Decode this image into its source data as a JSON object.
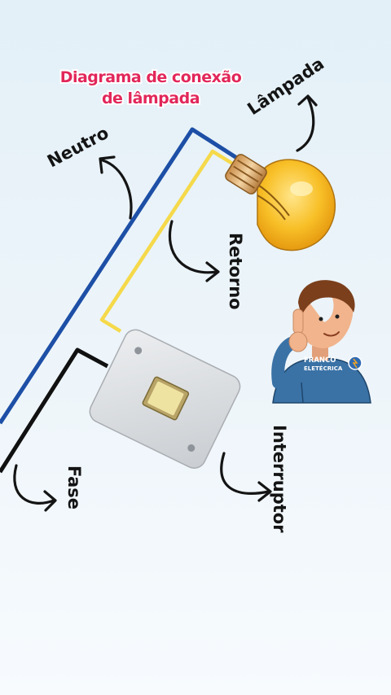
{
  "title": {
    "line1": "Diagrama de conexão",
    "line2": "de lâmpada"
  },
  "labels": {
    "lamp": "Lâmpada",
    "neutral": "Neutro",
    "return": "Retorno",
    "phase": "Fase",
    "switch": "Interruptor"
  },
  "badge": {
    "line1": "FRANCO",
    "line2": "ELETÉCRICA"
  },
  "colors": {
    "neutral_wire": "#1d4fa6",
    "return_wire": "#f5d94a",
    "phase_wire": "#111111",
    "title": "#e2275a",
    "bulb_glass": "#f8c028",
    "switch_plate": "#dddfe1",
    "shirt": "#3a72a6"
  },
  "icons": [
    "light-bulb-icon",
    "light-switch-icon",
    "electrician-character"
  ]
}
